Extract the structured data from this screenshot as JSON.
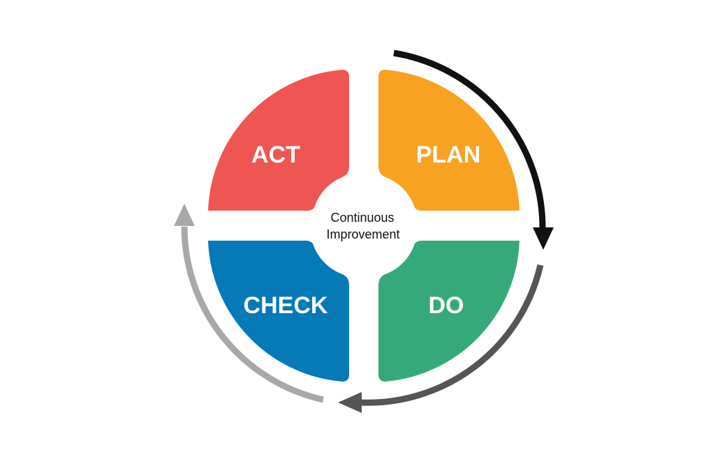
{
  "center": {
    "line1": "Continuous",
    "line2": "Improvement"
  },
  "quadrants": [
    {
      "id": "act",
      "label": "ACT",
      "color": "#ef5552"
    },
    {
      "id": "plan",
      "label": "PLAN",
      "color": "#f7a221"
    },
    {
      "id": "check",
      "label": "CHECK",
      "color": "#0679b7"
    },
    {
      "id": "do",
      "label": "DO",
      "color": "#36a97a"
    }
  ],
  "arrows": [
    {
      "id": "plan-to-do",
      "color": "#111111"
    },
    {
      "id": "do-to-check",
      "color": "#555555"
    },
    {
      "id": "check-to-act",
      "color": "#a8a8a8"
    }
  ]
}
